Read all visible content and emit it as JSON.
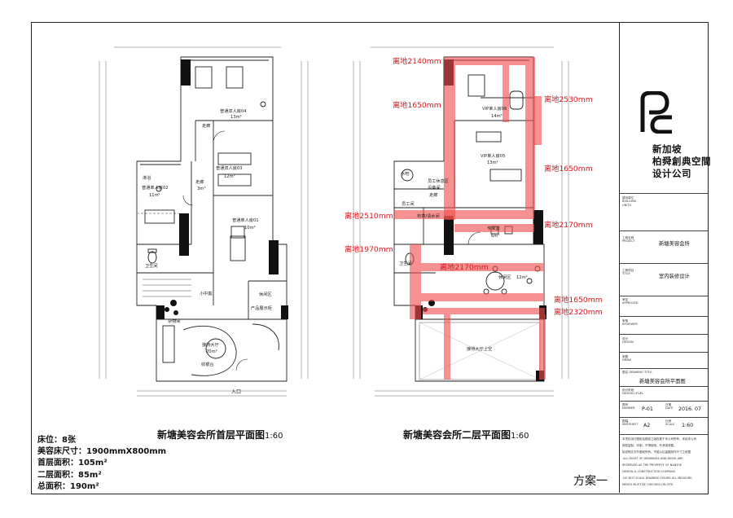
{
  "plans": {
    "first_floor": {
      "title": "新塘美容会所首层平面图",
      "scale": "1:60",
      "rooms": {
        "double_04": "普通双人房04",
        "double_04_area": "13m²",
        "double_03": "普通双人房03",
        "double_03_area": "12m²",
        "single_02": "普通单人房02",
        "single_02_area": "11m²",
        "single_01": "普通单人房01",
        "single_01_area": "10m²",
        "corridor": "走廊",
        "corridor_area": "3m²",
        "toilet": "卫生间",
        "storage": "杂物间",
        "shower": "淋浴",
        "reception": "接待大厅",
        "reception_area": "20m²",
        "small_kitchen": "小中庭",
        "corridor2": "走廊",
        "display": "产品展示柜",
        "counter": "收银台",
        "sofa": "休闲区",
        "entrance": "入口"
      }
    },
    "second_floor": {
      "title": "新塘美容会所二层平面图",
      "scale": "1:60",
      "rooms": {
        "vip06": "VIP单人房06",
        "vip06_area": "14m²",
        "vip05": "VIP单人房05",
        "vip05_area": "13m²",
        "staff": "员工休息区",
        "equipment": "设备间",
        "water": "水吧",
        "corridor": "走廊",
        "staff_toilet": "员工间",
        "linen": "布草/清水间",
        "office": "专家室",
        "office_area": "6m²",
        "toilet": "卫生间",
        "lounge": "休闲区",
        "lounge_area": "12m²",
        "void": "接待大厅上空"
      }
    },
    "elevation_labels": [
      "离地2140mm",
      "离地1650mm",
      "离地2530mm",
      "离地1650mm",
      "离地2510mm",
      "离地2170mm",
      "离地1970mm",
      "离地2170mm",
      "离地1650mm",
      "离地2320mm"
    ]
  },
  "stats": {
    "beds": "床位：8张",
    "bed_size": "美容床尺寸：1900mmX800mm",
    "floor1_area": "首层面积：105m²",
    "floor2_area": "二层面积：85m²",
    "total_area": "总面积：190m²"
  },
  "scheme": "方案一",
  "title_block": {
    "company_lines": [
      "新加坡",
      "柏舜創典空間",
      "设计公司"
    ],
    "building_label": "建设单位\nBUILDING\nUNITS",
    "project_label": "工程名称\nPROJECT",
    "project_name": "新塘美容会所",
    "item_label": "工程项目\nTITLE",
    "item_name": "室内装修设计",
    "approved_label": "审定\nAPPROVED",
    "review_label": "审核\nREVIEWER",
    "design_label": "设计\nDESIGN",
    "draw_label": "制图\nDRAW",
    "drawing_title_label": "图名 DRAWING TITLE",
    "drawing_title": "新塘美容会所平面图",
    "design_level_label": "设计阶段\nDESIGN LEVEL",
    "number_label": "图号\nNUMBER",
    "number": "P-01",
    "date_label": "日期\nDATE",
    "date": "2016. 07",
    "size_label": "图幅\nMAPSHEET",
    "size": "A2",
    "scale_label": "比例\nSCALE",
    "scale": "1:60",
    "note": "本项目设计图纸及图纸之版权属于本公司所有，未经本公司\n授权复制、印制，不得使用，外泄或泄露。\n除说明文字外图纸所有，不能以比量图纸作尺寸之依据\n.ALL RIGHT OF DRAWINGS AND DESIG ARE\nRESERVED AS THE PROPERTY OF NANYUE\nDESIGN & CONSTRUCTION COMPANY.\n.DO NOT SCALE DRAWING FIGURE ALL MEASURE-\nMENTS MUST BE CHECKED ON SITE."
  }
}
